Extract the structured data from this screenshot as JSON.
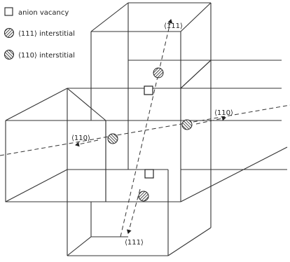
{
  "legend": {
    "vacancy": "anion vacancy",
    "interstitial_111": "⟨111⟩ interstitial",
    "interstitial_110": "⟨110⟩ interstitial"
  },
  "directions": {
    "top_111": "⟨111⟩",
    "bottom_111": "⟨111⟩",
    "left_110": "⟨110⟩",
    "right_110": "⟨110⟩"
  },
  "colors": {
    "line": "#333333",
    "background": "#ffffff"
  }
}
